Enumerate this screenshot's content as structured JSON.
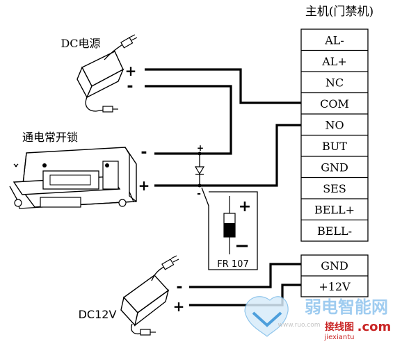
{
  "title": "主机(门禁机)",
  "dc_source": {
    "label": "DC电源",
    "plus": "+",
    "minus": "-"
  },
  "lock": {
    "label": "通电常开锁",
    "plus": "+",
    "minus": "-"
  },
  "diode": {
    "label": "FR 107",
    "plus": "+",
    "minus": "−"
  },
  "dc12": {
    "label": "DC12V",
    "plus": "+",
    "minus": "-"
  },
  "controller_terminals": [
    "AL-",
    "AL+",
    "NC",
    "COM",
    "NO",
    "BUT",
    "GND",
    "SES",
    "BELL+",
    "BELL-"
  ],
  "power_terminals": [
    "GND",
    "+12V"
  ],
  "watermark": {
    "text1": "弱电智能网",
    "text2": "接线图",
    "text3": ".com",
    "text4": "jiexiantu",
    "url": "www.ruo.com"
  },
  "colors": {
    "line": "#000000",
    "watermark": "#2e8fd6"
  }
}
